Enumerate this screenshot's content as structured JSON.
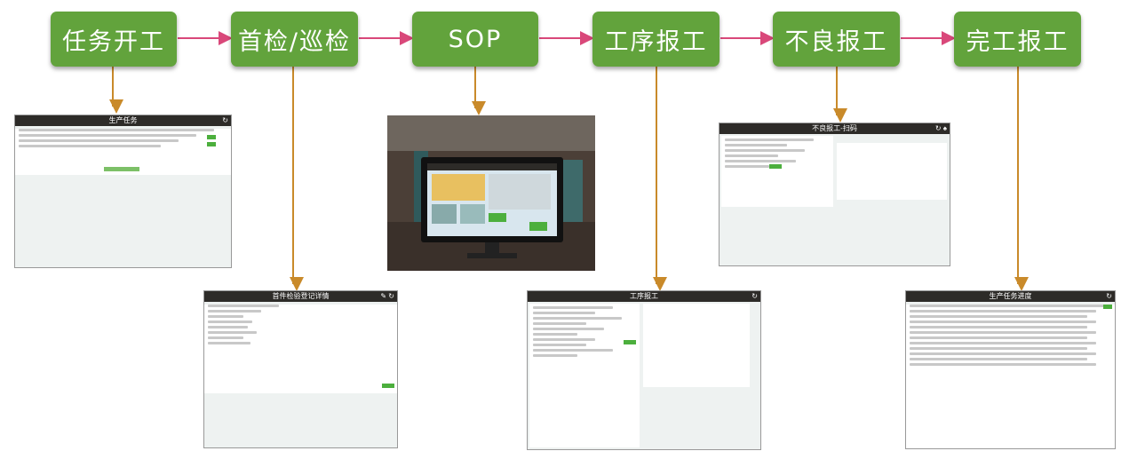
{
  "steps": [
    {
      "label": "任务开工"
    },
    {
      "label": "首检/巡检"
    },
    {
      "label": "SOP"
    },
    {
      "label": "工序报工"
    },
    {
      "label": "不良报工"
    },
    {
      "label": "完工报工"
    }
  ],
  "screens": {
    "production_task": {
      "title": "生产任务"
    },
    "first_inspection": {
      "title": "首件检验登记详情"
    },
    "process_report": {
      "title": "工序报工"
    },
    "defect_report": {
      "title": "不良报工-扫码"
    },
    "progress": {
      "title": "生产任务进度"
    }
  },
  "colors": {
    "step_fill": "#62a33c",
    "arrow": "#d9487a",
    "connector": "#c98a2a",
    "title_bar": "#2d2b28"
  }
}
